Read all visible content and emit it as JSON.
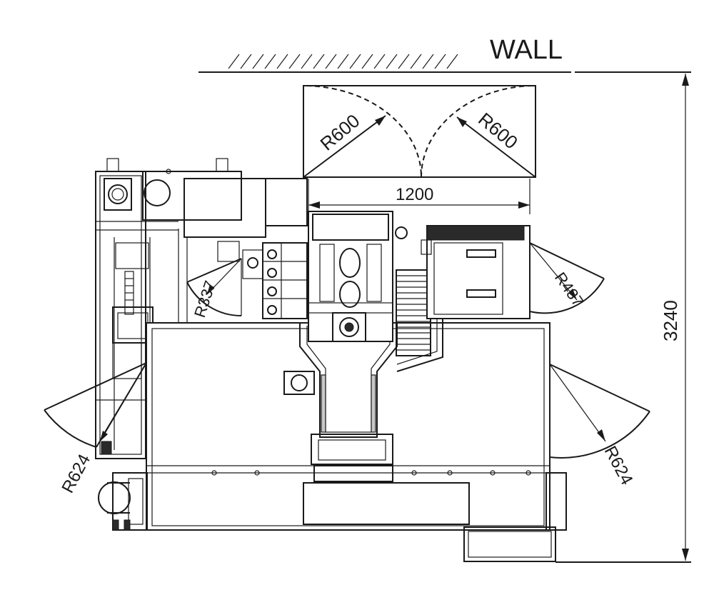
{
  "labels": {
    "wall": "WALL",
    "width_dim": "1200",
    "depth_dim": "3240",
    "door_left_radius": "R600",
    "door_right_radius": "R600",
    "radius_r337": "R337",
    "radius_r437": "R437",
    "radius_left_r624": "R624",
    "radius_right_r624": "R624"
  },
  "colors": {
    "line": "#1a1a1a",
    "background": "#ffffff",
    "fill_gray": "#c8c8c8"
  }
}
